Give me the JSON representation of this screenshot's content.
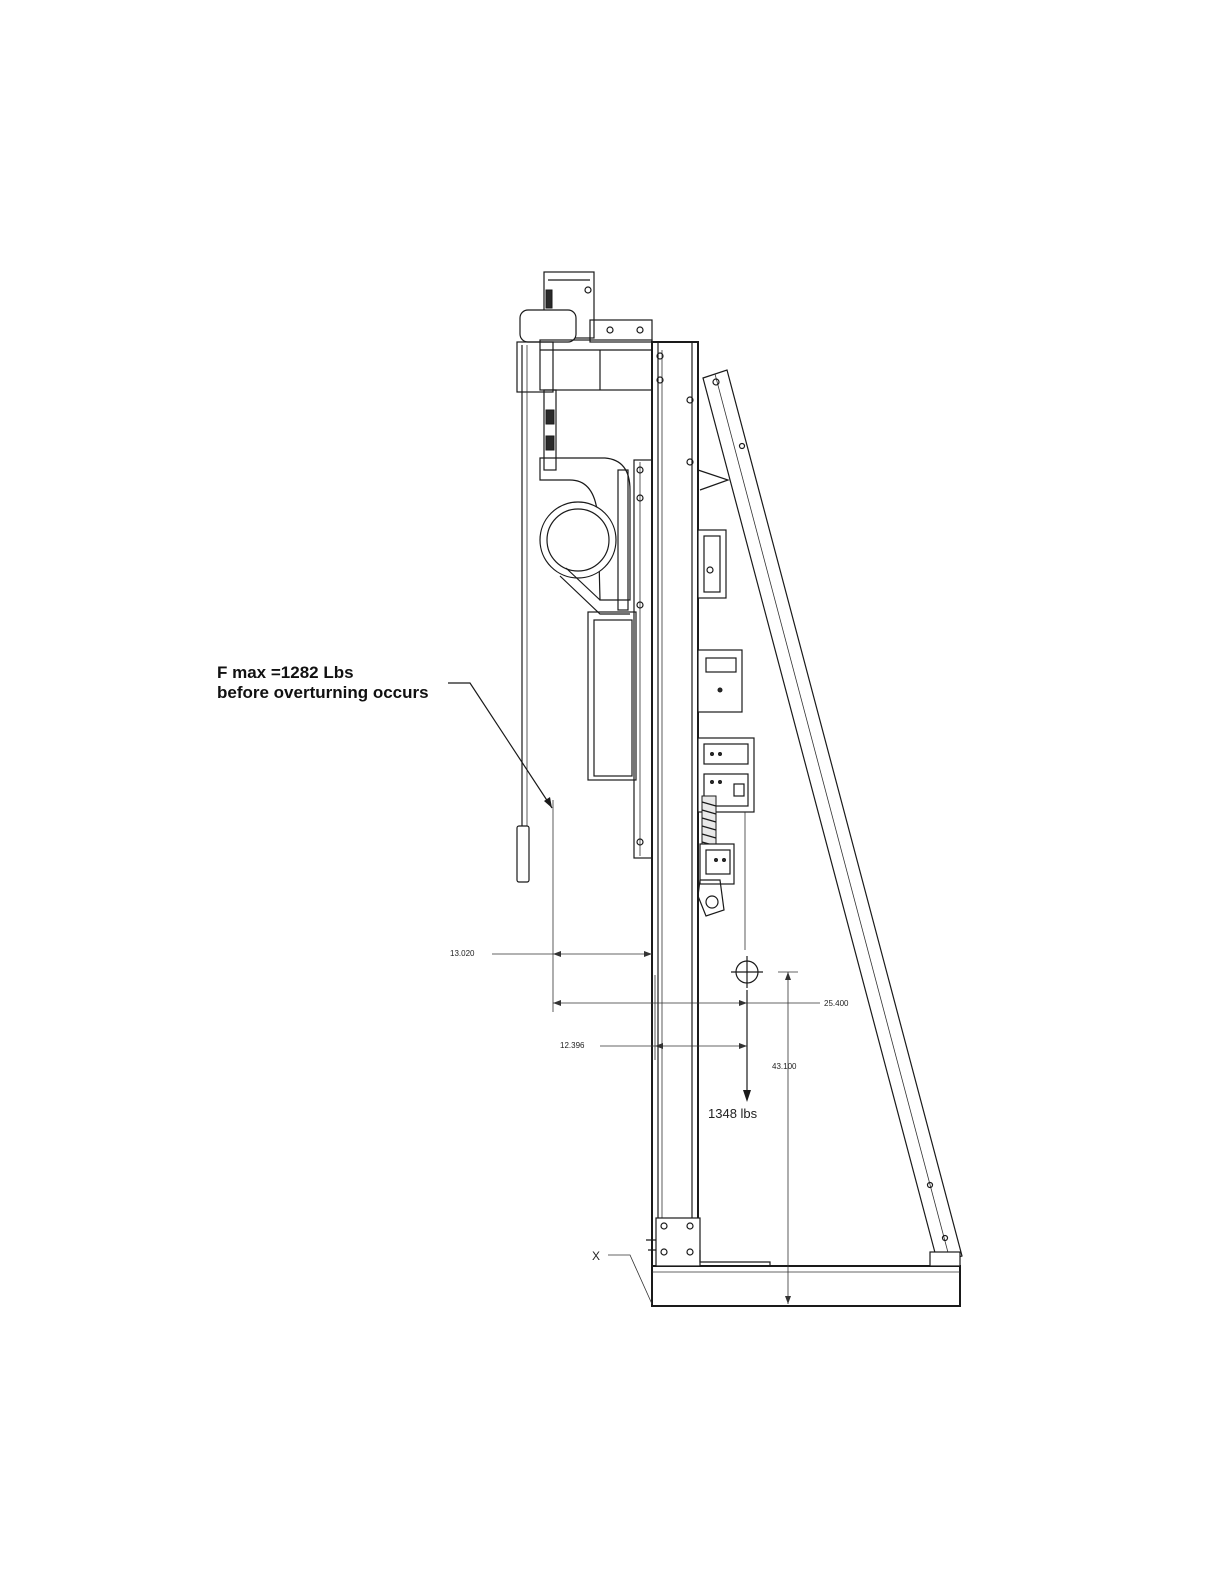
{
  "annotation": {
    "line1": "F max =1282 Lbs",
    "line2": "before overturning occurs"
  },
  "dimensions": {
    "d1": "13.020",
    "d2": "25.400",
    "d3": "12.396",
    "d4": "43.100"
  },
  "load_label": "1348 lbs",
  "pivot_label": "X"
}
